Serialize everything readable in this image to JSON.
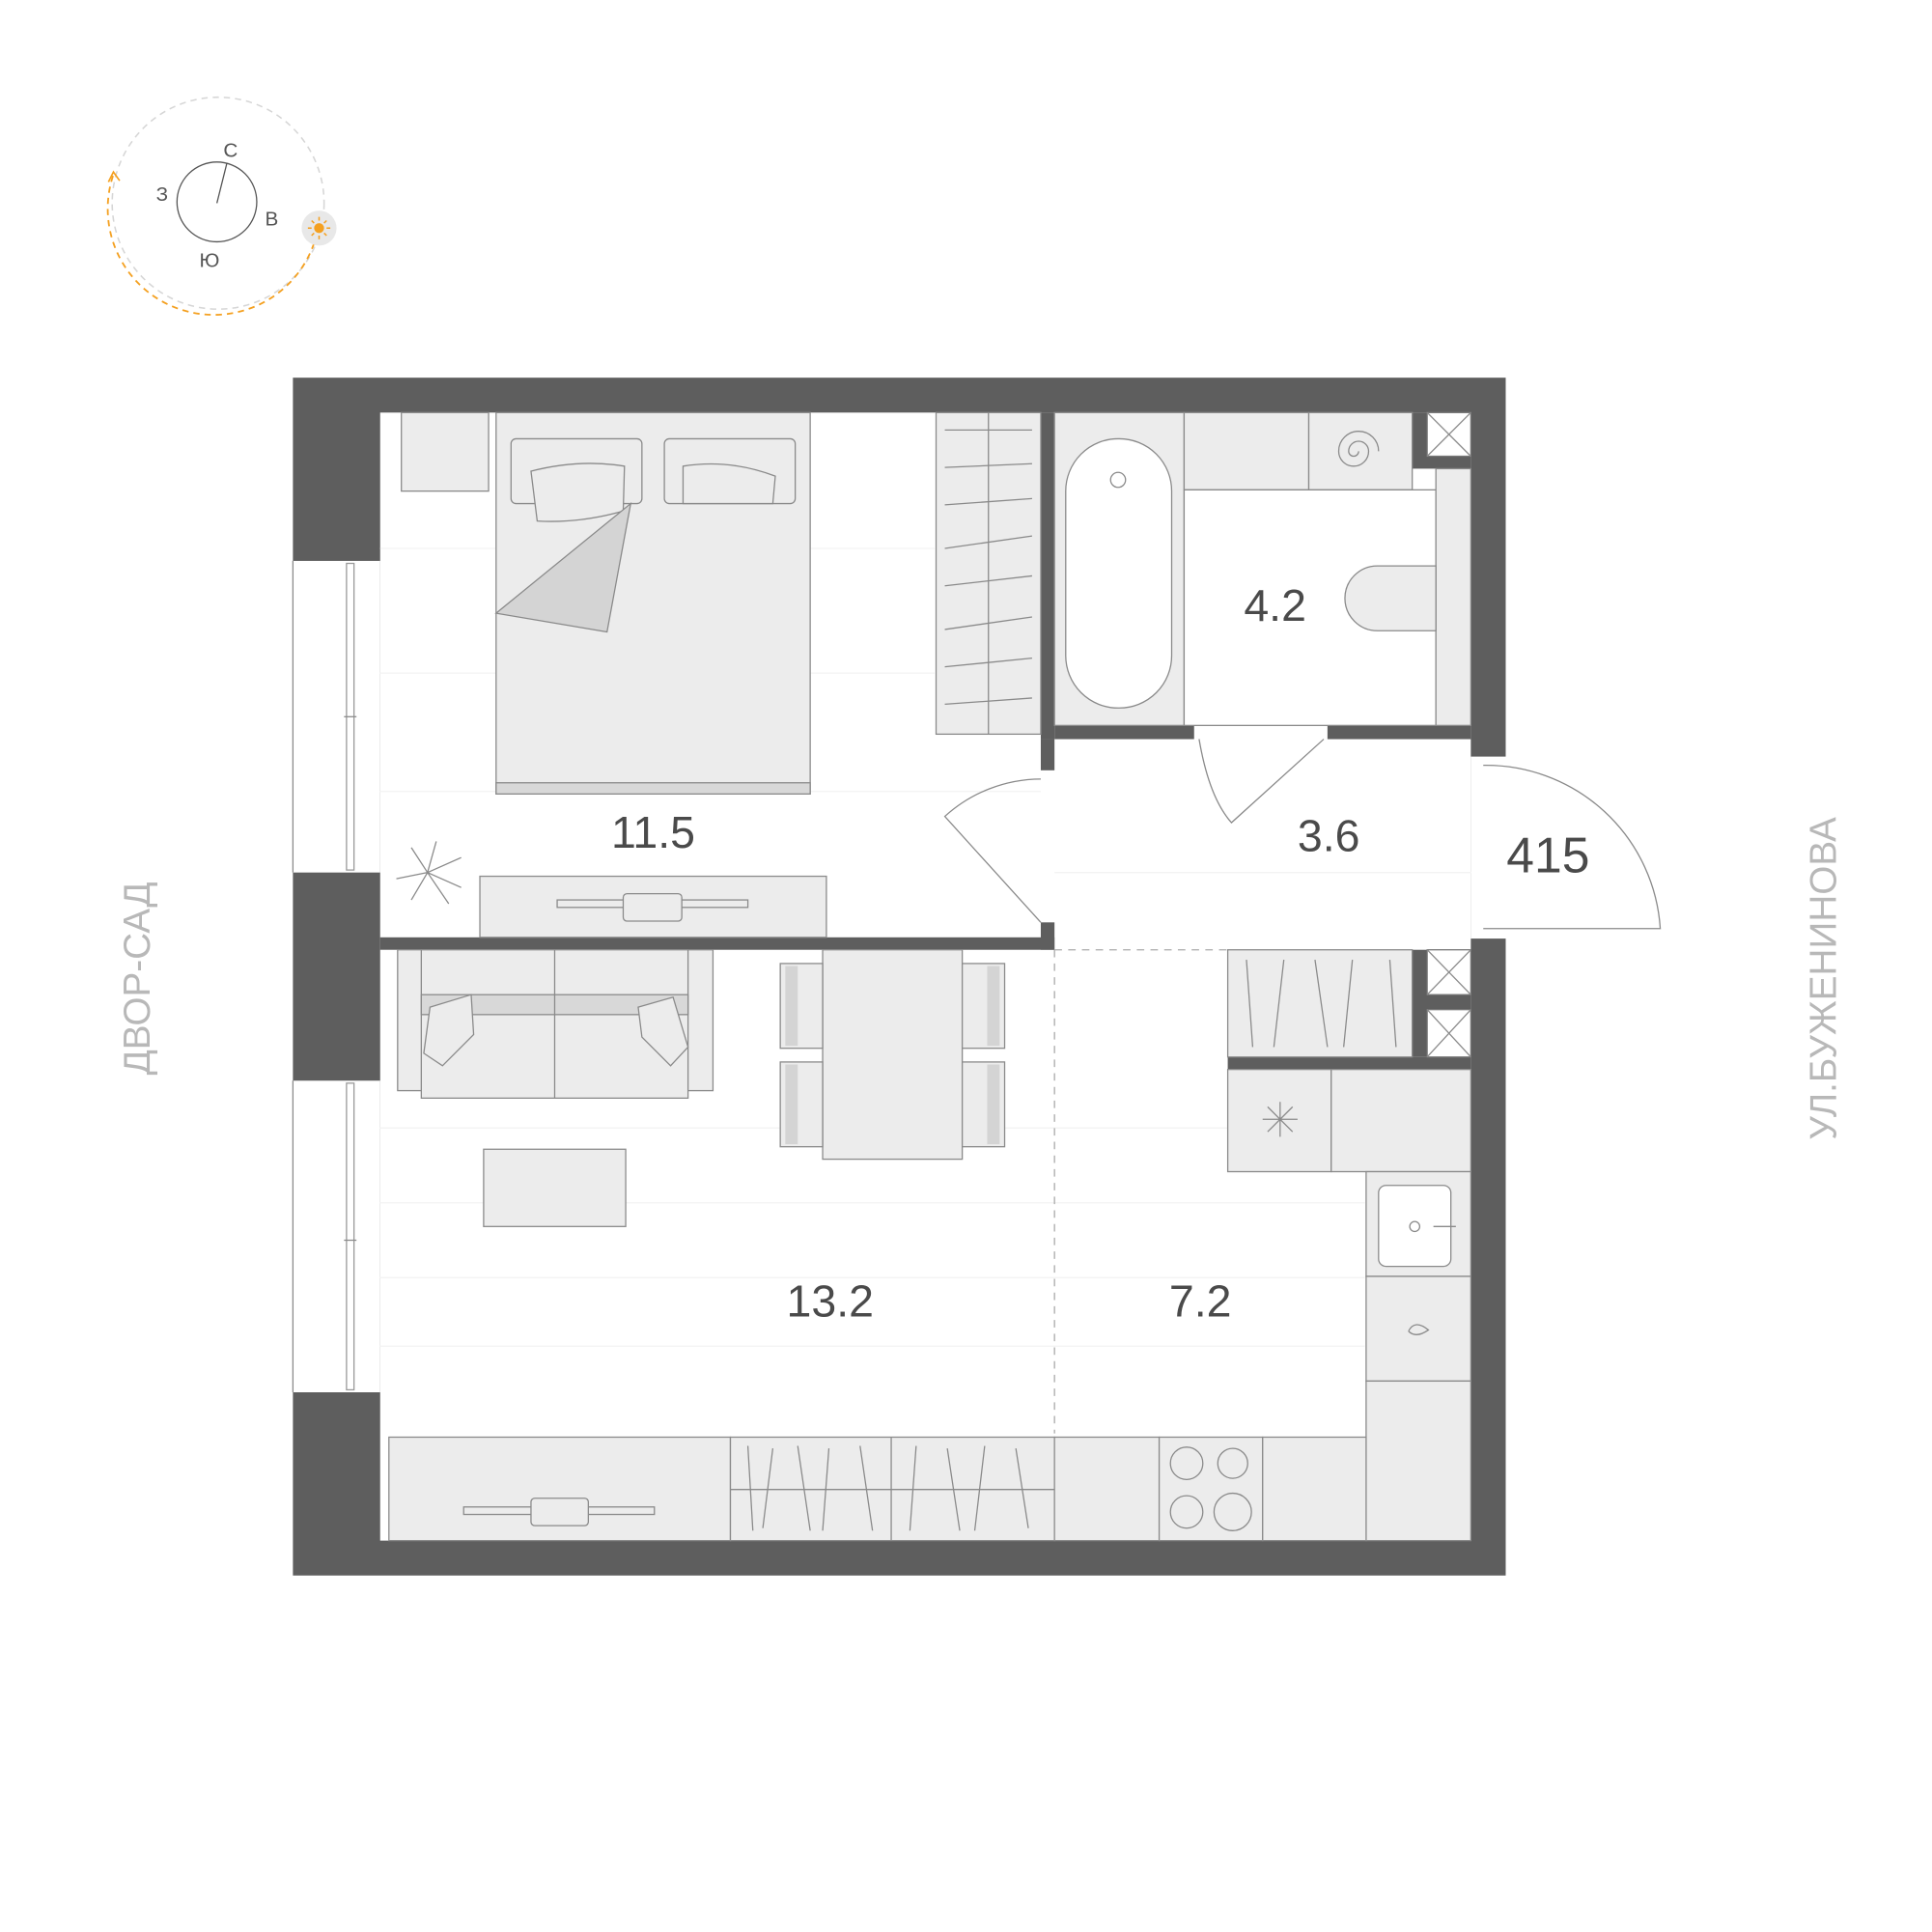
{
  "compass": {
    "north": "С",
    "west": "З",
    "east": "В",
    "south": "Ю",
    "sun_icon": "sun-icon",
    "accent_color": "#f4a020"
  },
  "rooms": [
    {
      "id": "bedroom",
      "area": "11.5"
    },
    {
      "id": "bathroom",
      "area": "4.2"
    },
    {
      "id": "hallway",
      "area": "3.6"
    },
    {
      "id": "living",
      "area": "13.2"
    },
    {
      "id": "kitchen",
      "area": "7.2"
    }
  ],
  "apartment_number": "415",
  "orientation": {
    "left": "ДВОР-САД",
    "right": "УЛ.БУЖЕНИНОВА"
  },
  "colors": {
    "wall": "#5e5e5e",
    "furniture": "#ececec"
  }
}
